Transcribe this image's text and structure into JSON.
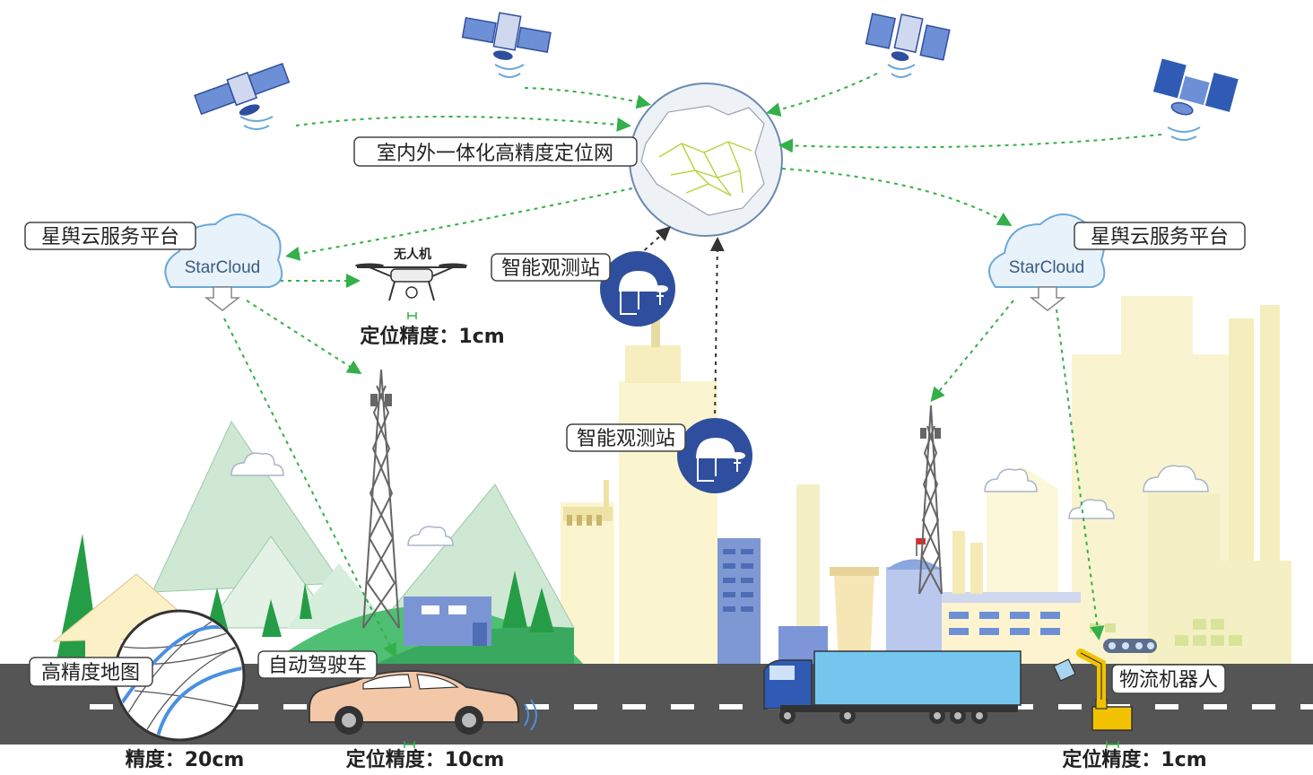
{
  "network_label": "室内外一体化高精度定位网",
  "cloud_left": {
    "title": "星舆云服务平台",
    "name": "StarCloud"
  },
  "cloud_right": {
    "title": "星舆云服务平台",
    "name": "StarCloud"
  },
  "drone": {
    "label": "无人机",
    "accuracy": "定位精度：1cm"
  },
  "station_top": "智能观测站",
  "station_mid": "智能观测站",
  "hd_map": {
    "label": "高精度地图",
    "accuracy": "精度：20cm"
  },
  "car": {
    "label": "自动驾驶车",
    "accuracy": "定位精度：10cm"
  },
  "robot": {
    "label": "物流机器人",
    "accuracy": "定位精度：1cm"
  },
  "colors": {
    "accent_green": "#33b049",
    "station_blue": "#2f4f9e",
    "cloud_border": "#6aa8d8",
    "road": "#555555"
  }
}
